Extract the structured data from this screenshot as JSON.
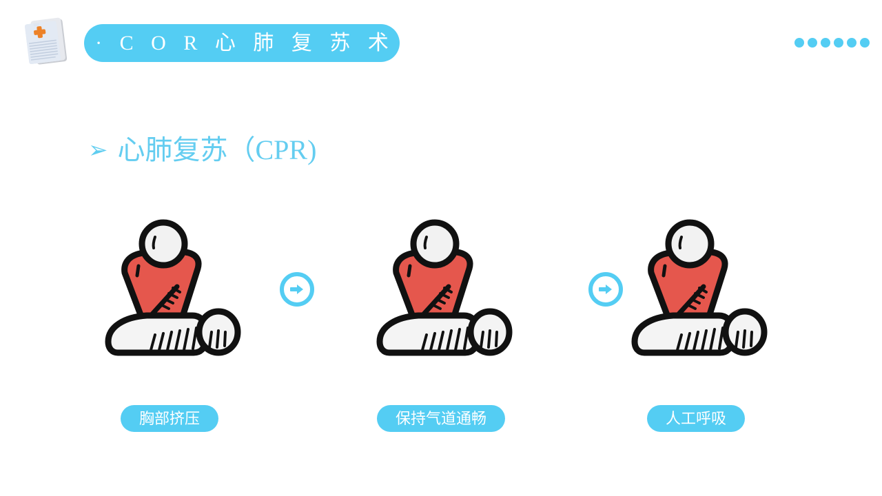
{
  "slide": {
    "background_color": "#ffffff",
    "accent_color": "#54cdf3",
    "heading_color": "#64cdf0",
    "figure_body_color": "#e5574d",
    "figure_outline_color": "#111111",
    "figure_skin_color": "#f2f2f2"
  },
  "header": {
    "doc_icon_name": "medical-document-icon",
    "title": "· C O R 心 肺 复 苏 术",
    "dots_count": 6,
    "dot_color": "#54cdf3"
  },
  "section": {
    "bullet": "➢",
    "heading": "心肺复苏（CPR)"
  },
  "steps": [
    {
      "caption": "胸部挤压",
      "figure_name": "cpr-chest-compression-figure"
    },
    {
      "caption": "保持气道通畅",
      "figure_name": "cpr-airway-figure"
    },
    {
      "caption": "人工呼吸",
      "figure_name": "cpr-rescue-breathing-figure"
    }
  ],
  "connectors": [
    {
      "icon": "arrow-right-circle-icon"
    },
    {
      "icon": "arrow-right-circle-icon"
    }
  ]
}
